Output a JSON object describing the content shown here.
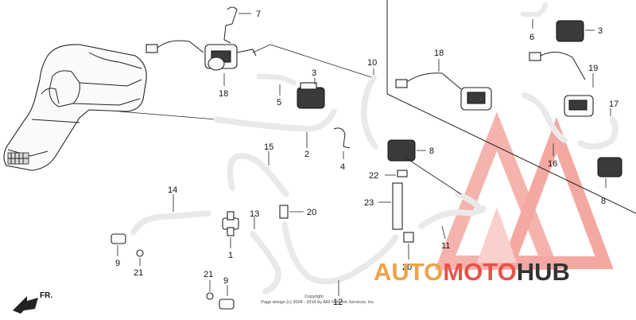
{
  "callouts": {
    "c1": "1",
    "c2": "2",
    "c3a": "3",
    "c3b": "3",
    "c4": "4",
    "c5": "5",
    "c6": "6",
    "c7": "7",
    "c8a": "8",
    "c8b": "8",
    "c9a": "9",
    "c9b": "9",
    "c10": "10",
    "c11": "11",
    "c12": "12",
    "c13": "13",
    "c14": "14",
    "c15": "15",
    "c16": "16",
    "c17": "17",
    "c18a": "18",
    "c18b": "18",
    "c19": "19",
    "c20a": "20",
    "c20b": "20",
    "c21a": "21",
    "c21b": "21",
    "c22": "22",
    "c23": "23"
  },
  "direction_label": "FR.",
  "copyright": {
    "line1": "Copyright",
    "line2": "Page design (c) 2004 - 2014 by ARI Network Services, Inc."
  },
  "watermark": {
    "part_a": "AUTO",
    "part_b": "MOTO",
    "part_c": "HUB",
    "color_a": "#f0a24a",
    "color_b": "#e8524a",
    "color_c": "#333333"
  }
}
